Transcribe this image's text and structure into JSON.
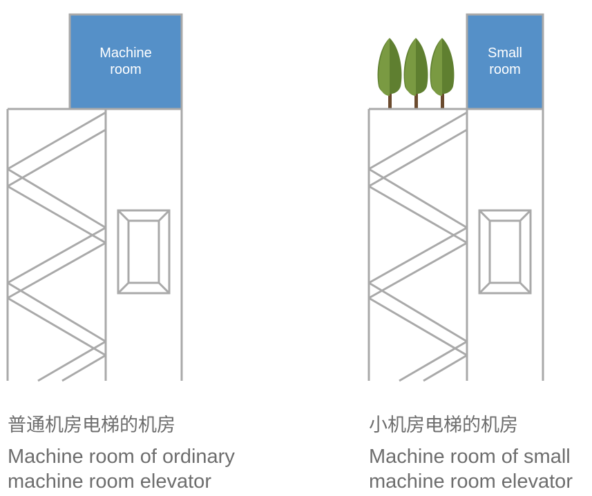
{
  "colors": {
    "frame": "#a9a9a9",
    "machine_room": "#5590c8",
    "tree_light": "#6f8f3a",
    "tree_dark": "#4a6a26",
    "trunk": "#6b4b2e",
    "caption_text": "#6d6d6d"
  },
  "panels": [
    {
      "machine_room_label_lines": [
        "Machine",
        "room"
      ],
      "caption_cn": "普通机房电梯的机房",
      "caption_en_lines": [
        "Machine room of ordinary",
        "machine room elevator"
      ],
      "tree_count": 0
    },
    {
      "machine_room_label_lines": [
        "Small",
        "room"
      ],
      "caption_cn": "小机房电梯的机房",
      "caption_en_lines": [
        "Machine room of small",
        "machine room elevator"
      ],
      "tree_count": 3
    }
  ]
}
